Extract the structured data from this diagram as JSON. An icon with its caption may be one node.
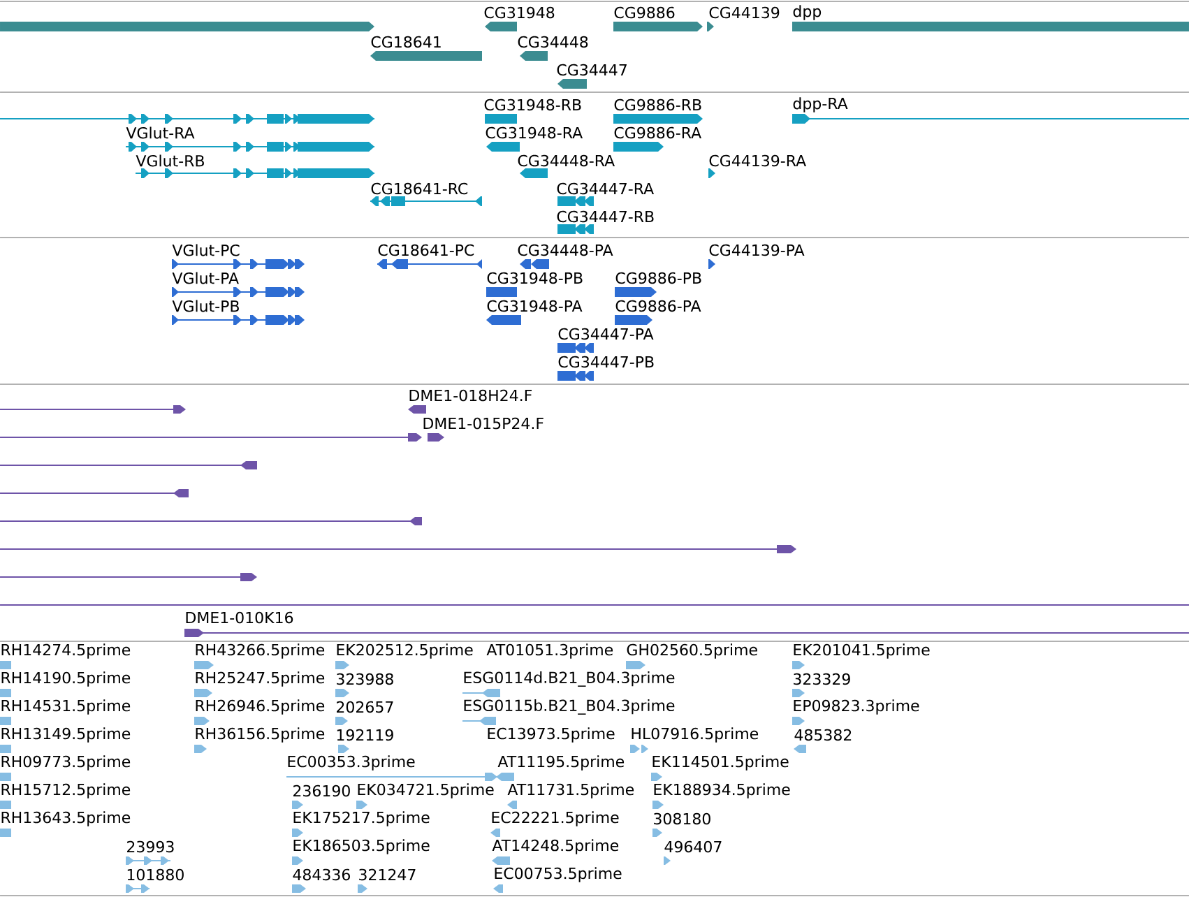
{
  "diagram": {
    "labels": [
      "CG31948",
      "CG9886",
      "CG44139",
      "dpp",
      "CG18641",
      "CG34448",
      "CG34447",
      "CG31948-RB",
      "CG9886-RB",
      "dpp-RA",
      "VGlut-RA",
      "CG31948-RA",
      "CG9886-RA",
      "VGlut-RB",
      "CG34448-RA",
      "CG44139-RA",
      "CG18641-RC",
      "CG34447-RA",
      "CG34447-RB",
      "VGlut-PC",
      "CG18641-PC",
      "CG34448-PA",
      "CG44139-PA",
      "VGlut-PA",
      "CG31948-PB",
      "CG9886-PB",
      "VGlut-PB",
      "CG31948-PA",
      "CG9886-PA",
      "CG34447-PA",
      "CG34447-PB",
      "DME1-018H24.F",
      "DME1-015P24.F",
      "DME1-010K16",
      "RH14274.5prime",
      "RH43266.5prime",
      "EK202512.5prime",
      "AT01051.3prime",
      "GH02560.5prime",
      "EK201041.5prime",
      "RH14190.5prime",
      "RH25247.5prime",
      "323988",
      "ESG0114d.B21_B04.3prime",
      "323329",
      "RH14531.5prime",
      "RH26946.5prime",
      "202657",
      "ESG0115b.B21_B04.3prime",
      "EP09823.3prime",
      "RH13149.5prime",
      "RH36156.5prime",
      "192119",
      "EC13973.5prime",
      "HL07916.5prime",
      "485382",
      "RH09773.5prime",
      "EC00353.3prime",
      "AT11195.5prime",
      "EK114501.5prime",
      "RH15712.5prime",
      "236190",
      "EK034721.5prime",
      "AT11731.5prime",
      "EK188934.5prime",
      "RH13643.5prime",
      "EK175217.5prime",
      "EC22221.5prime",
      "308180",
      "23993",
      "EK186503.5prime",
      "AT14248.5prime",
      "496407",
      "101880",
      "484336",
      "321247",
      "EC00753.5prime"
    ]
  }
}
